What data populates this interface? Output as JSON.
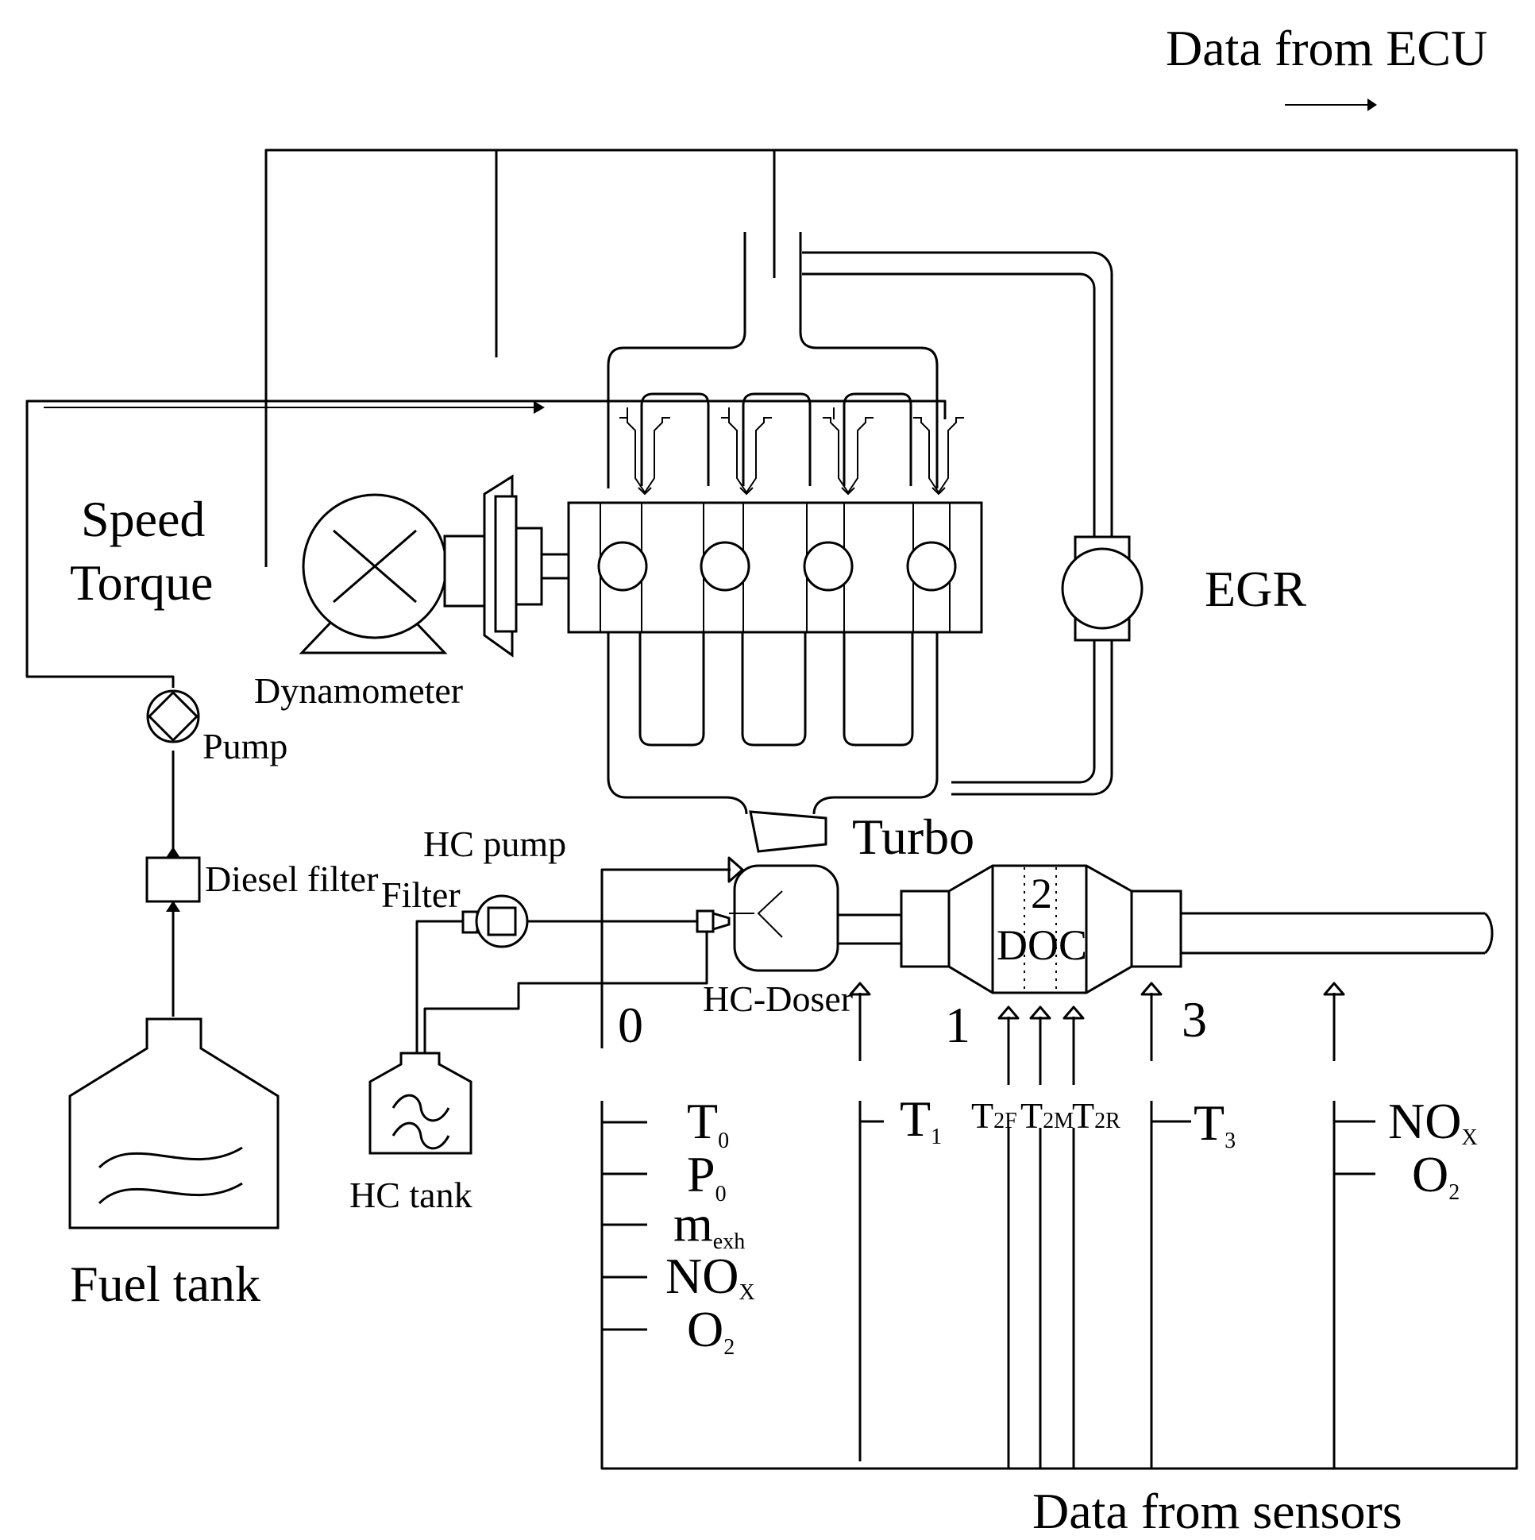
{
  "labels": {
    "data_from_ecu": "Data from ECU",
    "data_from_sensors": "Data from sensors",
    "speed": "Speed",
    "torque": "Torque",
    "dynamometer": "Dynamometer",
    "pump": "Pump",
    "diesel_filter": "Diesel filter",
    "fuel_tank": "Fuel tank",
    "hc_pump": "HC pump",
    "filter": "Filter",
    "hc_tank": "HC tank",
    "hc_doser": "HC-Doser",
    "turbo": "Turbo",
    "egr": "EGR",
    "doc": "DOC",
    "loc_0": "0",
    "loc_1": "1",
    "loc_2": "2",
    "loc_3": "3"
  },
  "sensors": {
    "t0": {
      "base": "T",
      "sub": "0"
    },
    "p0": {
      "base": "P",
      "sub": "0"
    },
    "mexh": {
      "base": "m",
      "sub": "exh"
    },
    "nox0": {
      "base": "NO",
      "sub": "X"
    },
    "o2_0": {
      "base": "O",
      "sub": "2"
    },
    "t1": {
      "base": "T",
      "sub": "1"
    },
    "t2f": {
      "base": "T",
      "sub": "2F"
    },
    "t2m": {
      "base": "T",
      "sub": "2M"
    },
    "t2r": {
      "base": "T",
      "sub": "2R"
    },
    "t3": {
      "base": "T",
      "sub": "3"
    },
    "nox_out": {
      "base": "NO",
      "sub": "X"
    },
    "o2_out": {
      "base": "O",
      "sub": "2"
    }
  }
}
